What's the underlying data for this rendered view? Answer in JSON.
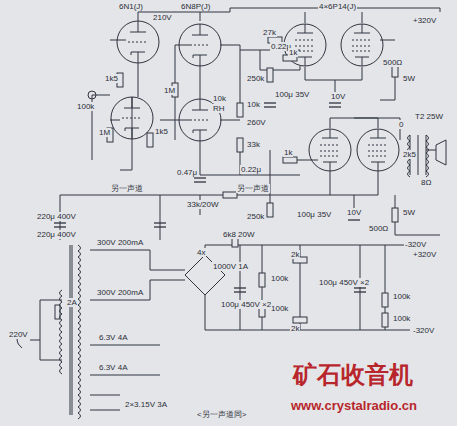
{
  "diagram": {
    "labels": [
      "6N1(J)",
      "210V",
      "6N8P(J)",
      "4×6P14(J)",
      "+320V",
      "1k5",
      "100k",
      "1M",
      "1k5",
      "1M",
      "10k",
      "RH",
      "27k",
      "0.22μ",
      "1k",
      "250k",
      "100μ 35V",
      "10V",
      "500Ω",
      "5W",
      "10k",
      "260V",
      "33k",
      "0.22μ",
      "1k",
      "0.47μ",
      "另一声道",
      "另一声道",
      "33k/20W",
      "220μ 400V",
      "220μ 400V",
      "250k",
      "100μ 35V",
      "10V",
      "5W",
      "500Ω",
      "-320V",
      "T2 25W",
      "2k5",
      "8Ω",
      "0",
      "6k8 20W",
      "4x",
      "1000V 1A",
      "300V 200mA",
      "300V 200mA",
      "2A",
      "220V",
      "6.3V 4A",
      "6.3V 4A",
      "2×3.15V 3A",
      "100k",
      "100k",
      "2k",
      "2k",
      "100μ 450V ×2",
      "100μ 450V ×2",
      "+320V",
      "-320V",
      "100k",
      "100k",
      "<另一声道同>",
      "矿石收音机",
      "www.crystalradio.cn"
    ]
  }
}
